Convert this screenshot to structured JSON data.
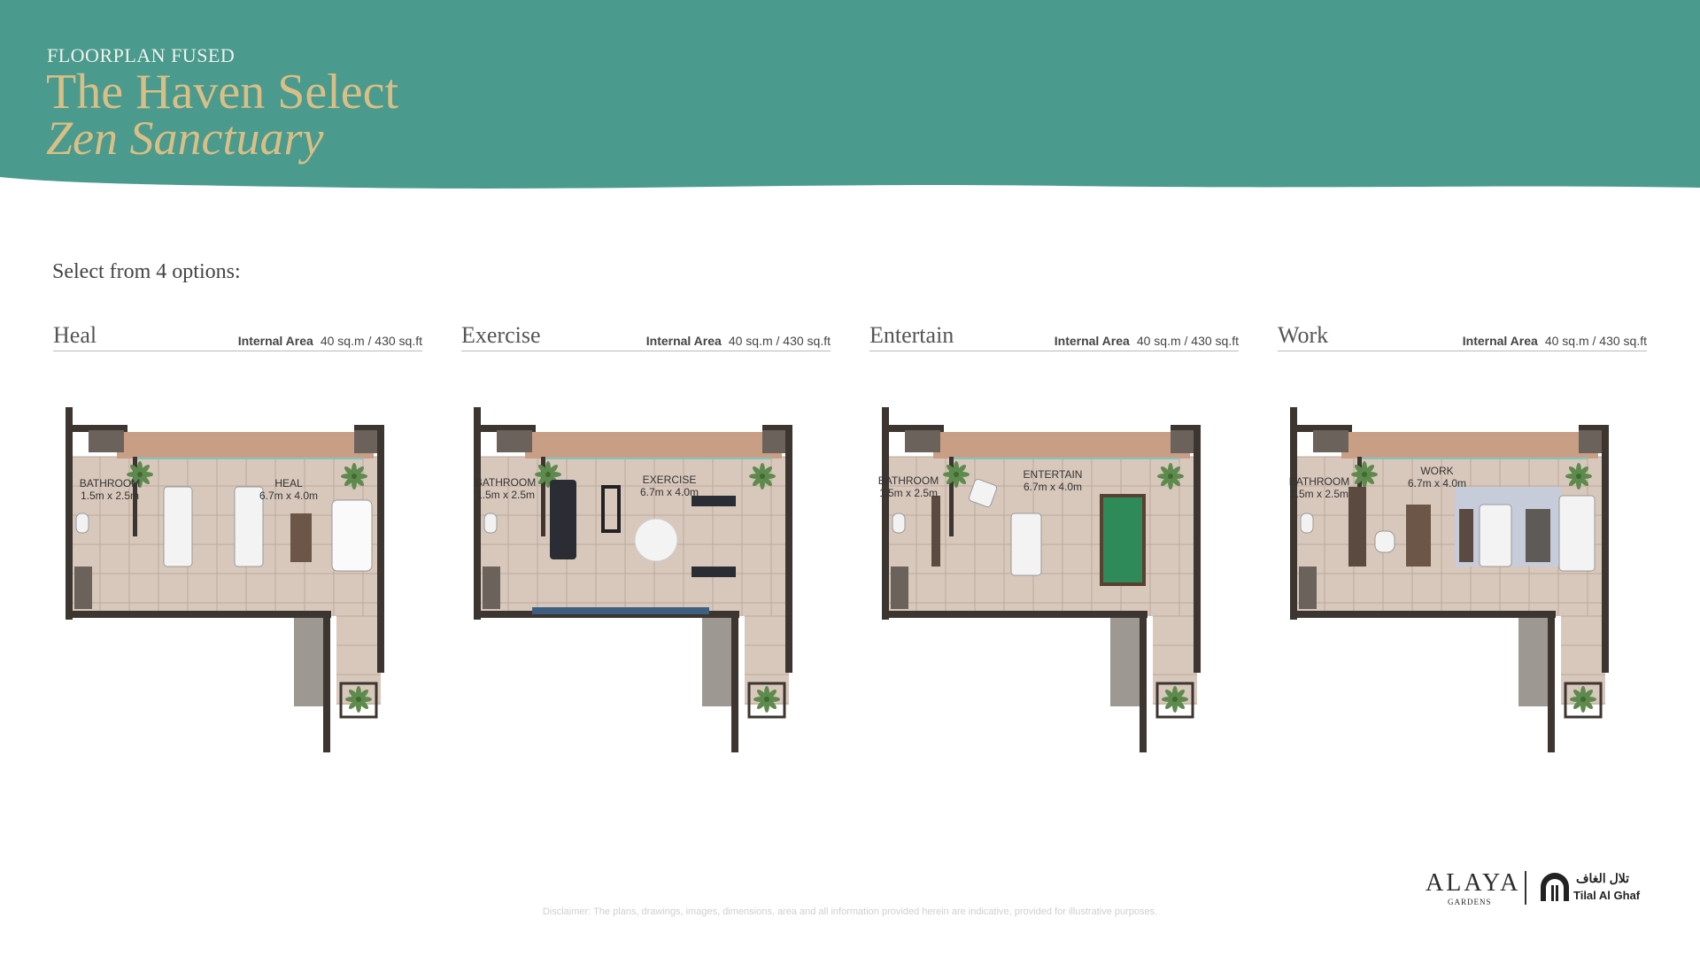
{
  "header": {
    "kicker": "FLOORPLAN FUSED",
    "title_line1": "The Haven Select",
    "title_line2": "Zen Sanctuary",
    "bg_color": "#4a9a8e",
    "title_color": "#d9bf85"
  },
  "intro": "Select from 4 options:",
  "options": [
    {
      "name": "Heal",
      "area_label": "Internal Area",
      "area_value": "40 sq.m / 430 sq.ft",
      "rooms": [
        {
          "name": "BATHROOM",
          "size": "1.5m x 2.5m"
        },
        {
          "name": "HEAL",
          "size": "6.7m x 4.0m"
        }
      ]
    },
    {
      "name": "Exercise",
      "area_label": "Internal Area",
      "area_value": "40 sq.m / 430 sq.ft",
      "rooms": [
        {
          "name": "BATHROOM",
          "size": "1.5m x 2.5m"
        },
        {
          "name": "EXERCISE",
          "size": "6.7m x 4.0m"
        }
      ]
    },
    {
      "name": "Entertain",
      "area_label": "Internal Area",
      "area_value": "40 sq.m / 430 sq.ft",
      "rooms": [
        {
          "name": "BATHROOM",
          "size": "1.5m x 2.5m"
        },
        {
          "name": "ENTERTAIN",
          "size": "6.7m x 4.0m"
        }
      ]
    },
    {
      "name": "Work",
      "area_label": "Internal Area",
      "area_value": "40 sq.m / 430 sq.ft",
      "rooms": [
        {
          "name": "BATHROOM",
          "size": "1.5m x 2.5m"
        },
        {
          "name": "WORK",
          "size": "6.7m x 4.0m"
        }
      ]
    }
  ],
  "logos": {
    "alaya": "ALAYA",
    "alaya_sub": "GARDENS",
    "tilal_ar": "تلال الغاف",
    "tilal_en": "Tilal Al Ghaf"
  },
  "disclaimer": "Disclaimer: The plans, drawings, images, dimensions, area and all information provided herein are indicative, provided for illustrative purposes."
}
